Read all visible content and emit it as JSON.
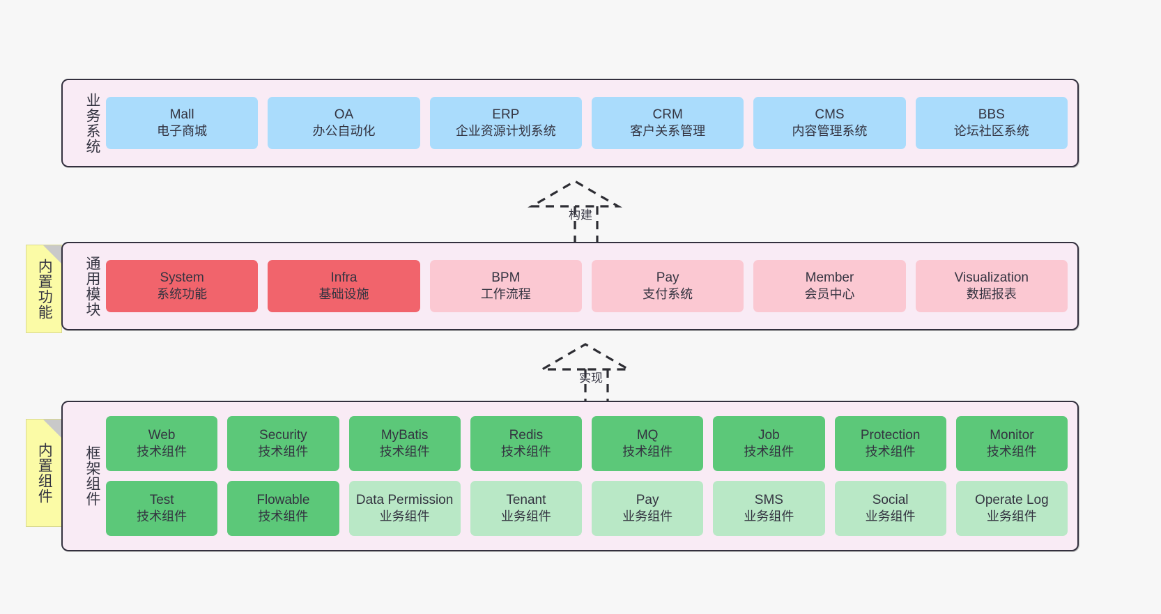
{
  "diagram": {
    "title": "",
    "background_color": "#f7f7f7",
    "layer_border_color": "#33303e",
    "layer_fill_color": "#f9ebf5",
    "note_fill_color": "#fbfba6"
  },
  "layers": [
    {
      "id": "business",
      "title": "业务系统",
      "card_color": "#aadcfc",
      "cards": [
        {
          "en": "Mall",
          "cn": "电子商城"
        },
        {
          "en": "OA",
          "cn": "办公自动化"
        },
        {
          "en": "ERP",
          "cn": "企业资源计划系统"
        },
        {
          "en": "CRM",
          "cn": "客户关系管理"
        },
        {
          "en": "CMS",
          "cn": "内容管理系统"
        },
        {
          "en": "BBS",
          "cn": "论坛社区系统"
        }
      ]
    },
    {
      "id": "common",
      "title": "通用模块",
      "card_color_primary": "#f1646c",
      "card_color_secondary": "#fbc8d2",
      "cards": [
        {
          "en": "System",
          "cn": "系统功能",
          "variant": "c-red"
        },
        {
          "en": "Infra",
          "cn": "基础设施",
          "variant": "c-red"
        },
        {
          "en": "BPM",
          "cn": "工作流程",
          "variant": "c-pink"
        },
        {
          "en": "Pay",
          "cn": "支付系统",
          "variant": "c-pink"
        },
        {
          "en": "Member",
          "cn": "会员中心",
          "variant": "c-pink"
        },
        {
          "en": "Visualization",
          "cn": "数据报表",
          "variant": "c-pink"
        }
      ]
    },
    {
      "id": "framework",
      "title": "框架组件",
      "card_color_primary": "#5cc879",
      "card_color_secondary": "#b9e8c6",
      "rows": [
        [
          {
            "en": "Web",
            "cn": "技术组件",
            "variant": "c-green"
          },
          {
            "en": "Security",
            "cn": "技术组件",
            "variant": "c-green"
          },
          {
            "en": "MyBatis",
            "cn": "技术组件",
            "variant": "c-green"
          },
          {
            "en": "Redis",
            "cn": "技术组件",
            "variant": "c-green"
          },
          {
            "en": "MQ",
            "cn": "技术组件",
            "variant": "c-green"
          },
          {
            "en": "Job",
            "cn": "技术组件",
            "variant": "c-green"
          },
          {
            "en": "Protection",
            "cn": "技术组件",
            "variant": "c-green"
          },
          {
            "en": "Monitor",
            "cn": "技术组件",
            "variant": "c-green"
          }
        ],
        [
          {
            "en": "Test",
            "cn": "技术组件",
            "variant": "c-green"
          },
          {
            "en": "Flowable",
            "cn": "技术组件",
            "variant": "c-green"
          },
          {
            "en": "Data Permission",
            "cn": "业务组件",
            "variant": "c-greenlight"
          },
          {
            "en": "Tenant",
            "cn": "业务组件",
            "variant": "c-greenlight"
          },
          {
            "en": "Pay",
            "cn": "业务组件",
            "variant": "c-greenlight"
          },
          {
            "en": "SMS",
            "cn": "业务组件",
            "variant": "c-greenlight"
          },
          {
            "en": "Social",
            "cn": "业务组件",
            "variant": "c-greenlight"
          },
          {
            "en": "Operate Log",
            "cn": "业务组件",
            "variant": "c-greenlight"
          }
        ]
      ]
    }
  ],
  "notes": [
    {
      "id": "note-common",
      "text": "内置功能"
    },
    {
      "id": "note-framework",
      "text": "内置组件"
    }
  ],
  "arrows": [
    {
      "id": "arrow-build",
      "label": "构建",
      "style": "dashed-generalization",
      "direction": "up"
    },
    {
      "id": "arrow-impl",
      "label": "实现",
      "style": "dashed-generalization",
      "direction": "up"
    }
  ]
}
